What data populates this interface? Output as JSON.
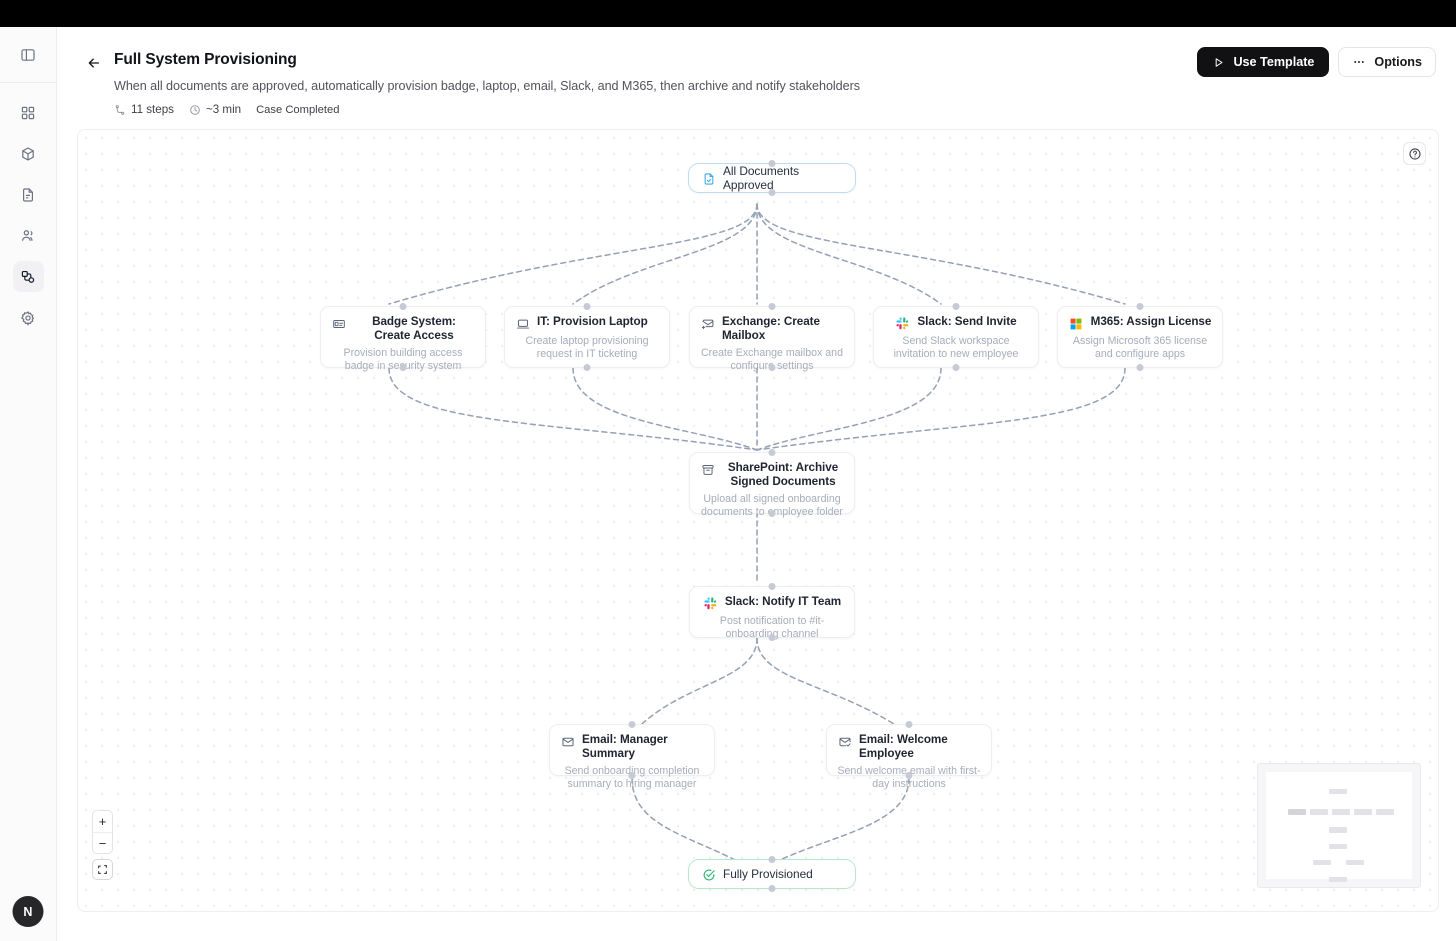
{
  "window": {
    "topbar_color": "#000000"
  },
  "sidebar": {
    "toggle": {
      "name": "panel-toggle-icon",
      "label": "Toggle sidebar"
    },
    "items": [
      {
        "icon": "grid-dashboard-icon",
        "label": "Dashboard",
        "active": false
      },
      {
        "icon": "box-package-icon",
        "label": "Packages",
        "active": false
      },
      {
        "icon": "document-icon",
        "label": "Documents",
        "active": false
      },
      {
        "icon": "users-icon",
        "label": "People",
        "active": false
      },
      {
        "icon": "workflow-icon",
        "label": "Workflows",
        "active": true
      },
      {
        "icon": "gear-icon",
        "label": "Settings",
        "active": false
      }
    ],
    "avatar_initial": "N"
  },
  "header": {
    "back_label": "←",
    "title": "Full System Provisioning",
    "subtitle": "When all documents are approved, automatically provision badge, laptop, email, Slack, and M365, then archive and notify stakeholders",
    "meta": {
      "steps": "11 steps",
      "duration": "~3 min",
      "status": "Case Completed"
    },
    "use_template_label": "Use Template",
    "options_label": "Options"
  },
  "canvas": {
    "help_label": "?",
    "zoom_in_label": "+",
    "zoom_out_label": "−",
    "fit_label": "Fit view",
    "accent_trigger": "#bfdcf5",
    "accent_terminal": "#b9e7cd",
    "edge_color": "#94a0b4"
  },
  "nodes": [
    {
      "id": "trigger",
      "kind": "trigger",
      "icon": "document-check-icon",
      "title": "All Documents Approved",
      "desc": ""
    },
    {
      "id": "badge",
      "kind": "action",
      "icon": "id-badge-icon",
      "title": "Badge System: Create Access",
      "desc": "Provision building access badge in security system"
    },
    {
      "id": "laptop",
      "kind": "action",
      "icon": "laptop-icon",
      "title": "IT: Provision Laptop",
      "desc": "Create laptop provisioning request in IT ticketing"
    },
    {
      "id": "exchange",
      "kind": "action",
      "icon": "mail-plus-icon",
      "title": "Exchange: Create Mailbox",
      "desc": "Create Exchange mailbox and configure settings"
    },
    {
      "id": "slack-invite",
      "kind": "action",
      "icon": "slack-icon",
      "title": "Slack: Send Invite",
      "desc": "Send Slack workspace invitation to new employee"
    },
    {
      "id": "m365",
      "kind": "action",
      "icon": "microsoft-icon",
      "title": "M365: Assign License",
      "desc": "Assign Microsoft 365 license and configure apps"
    },
    {
      "id": "sharepoint",
      "kind": "action",
      "icon": "archive-box-icon",
      "title": "SharePoint: Archive Signed Documents",
      "desc": "Upload all signed onboarding documents to employee folder"
    },
    {
      "id": "slack-notify",
      "kind": "action",
      "icon": "slack-icon",
      "title": "Slack: Notify IT Team",
      "desc": "Post notification to #it-onboarding channel"
    },
    {
      "id": "email-manager",
      "kind": "action",
      "icon": "mail-icon",
      "title": "Email: Manager Summary",
      "desc": "Send onboarding completion summary to hiring manager"
    },
    {
      "id": "email-welcome",
      "kind": "action",
      "icon": "mail-check-icon",
      "title": "Email: Welcome Employee",
      "desc": "Send welcome email with first-day instructions"
    },
    {
      "id": "terminal",
      "kind": "terminal",
      "icon": "check-circle-icon",
      "title": "Fully Provisioned",
      "desc": ""
    }
  ]
}
